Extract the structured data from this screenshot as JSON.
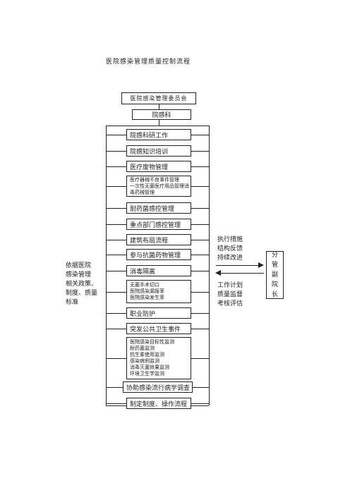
{
  "title": "医院感染管理质量控制流程",
  "committee": "医院感染管理委员会",
  "dept": "院感科",
  "items": [
    "院感科研工作",
    "院感知识培训",
    "医疗废物管理",
    [
      "医疗器械不良事件管理",
      "一次性无菌医疗用品管理消",
      "毒药械管理"
    ],
    "耐药菌感控管理",
    "重点部门感控管理",
    "建筑布局流程",
    "参与抗菌药物管理",
    "消毒隔离",
    [
      "无菌手术切口",
      "医院感染漏报率",
      "医院感染发生率"
    ],
    "职业防护",
    "突发公共卫生事件",
    [
      "医院感染目标性监测",
      "耐药菌监测",
      "抗生素使用监测",
      "感染病例监测",
      "消毒灭菌效果监测",
      "环境卫生学监测"
    ],
    "协助感染流行病学调查",
    "制定制度、操作流程"
  ],
  "left_text": [
    "依据医院",
    "感染管理",
    "相关政策、",
    "制度、质量",
    "标准"
  ],
  "right_top_text": [
    "执行措施",
    "结构反馈",
    "持续改进"
  ],
  "right_bottom_text": [
    "工作计划",
    "质量监督",
    "考核评估"
  ],
  "right_box": [
    "分",
    "管",
    "副",
    "院",
    "长"
  ]
}
